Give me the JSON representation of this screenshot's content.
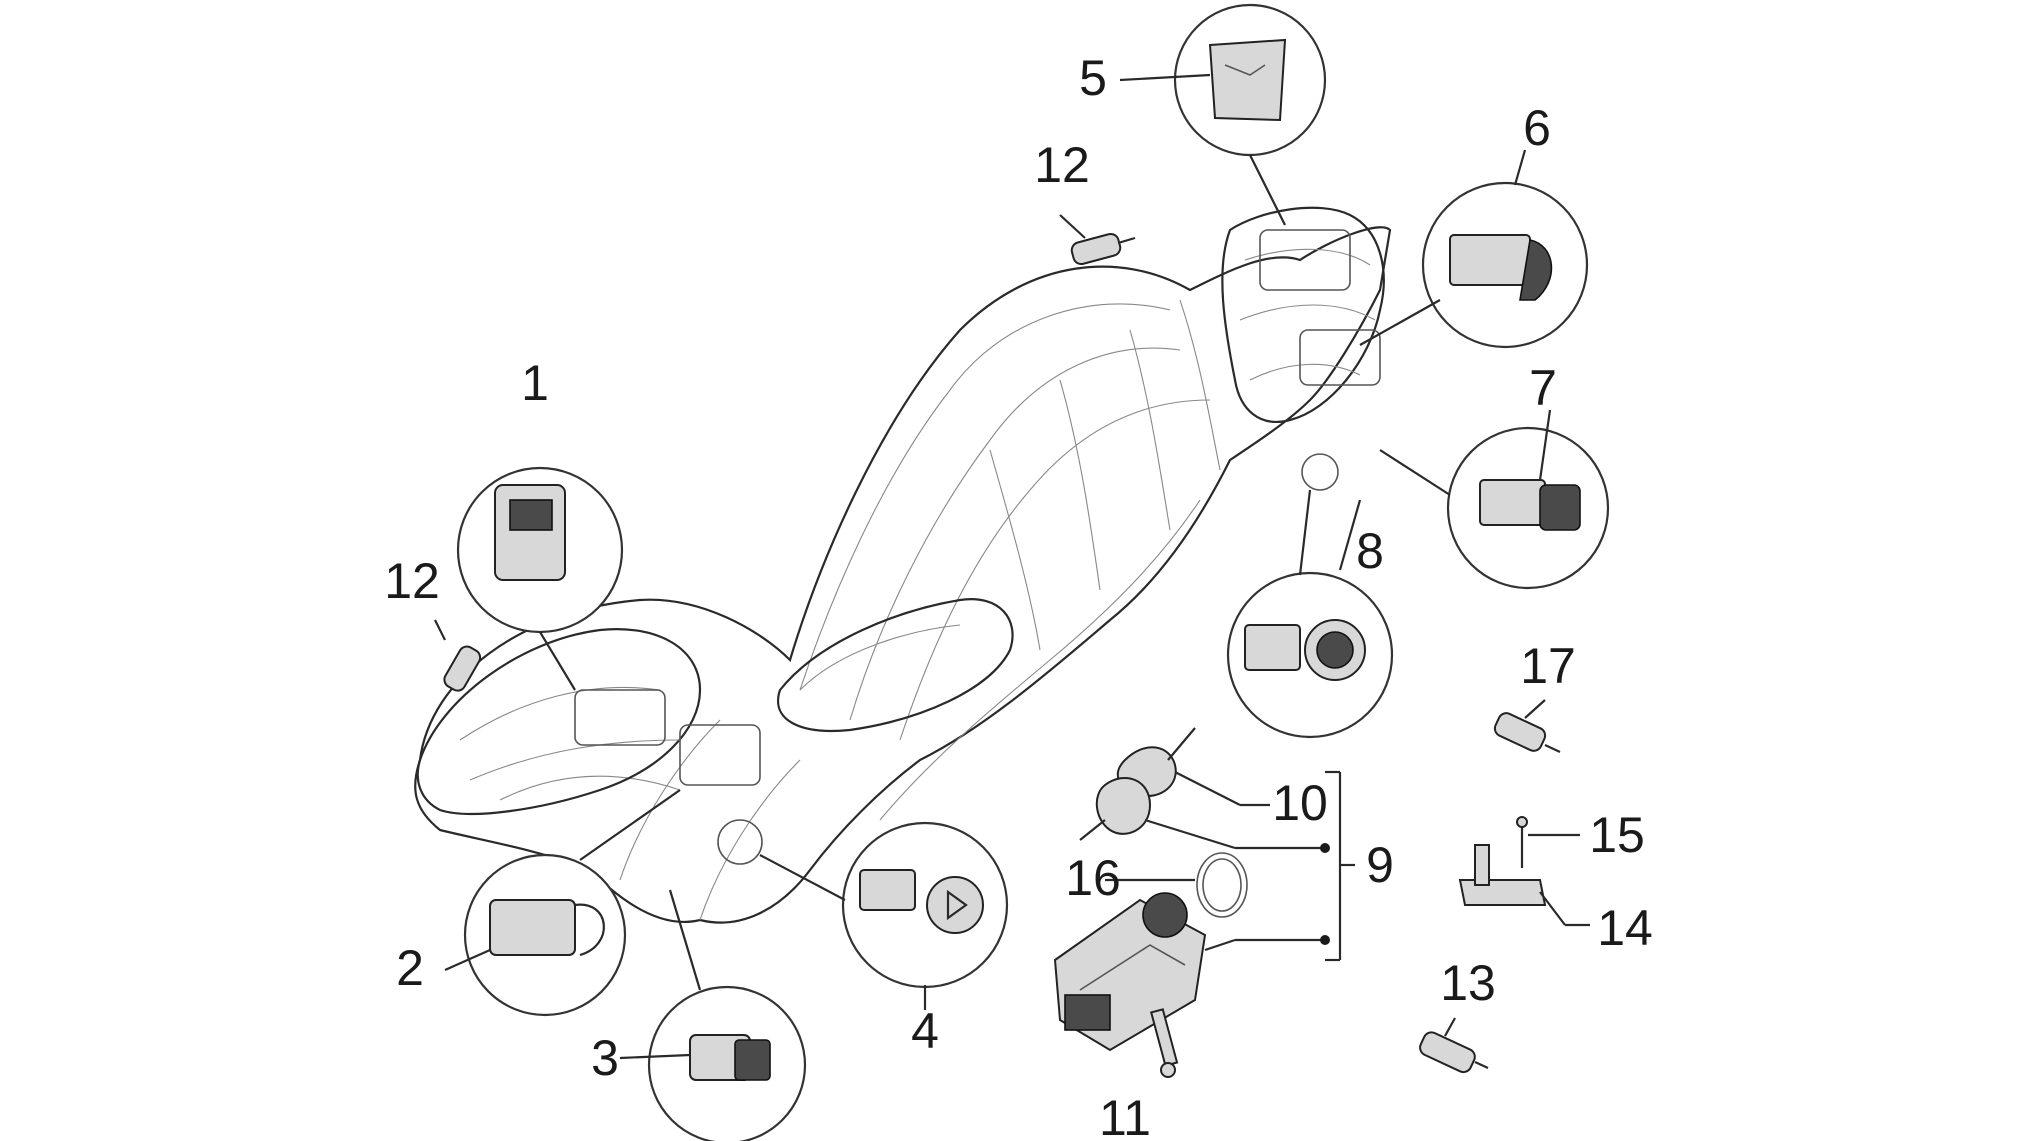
{
  "labels": {
    "p1": "1",
    "p2": "2",
    "p3": "3",
    "p4": "4",
    "p5": "5",
    "p6": "6",
    "p7": "7",
    "p8": "8",
    "p9": "9",
    "p10": "10",
    "p11": "11",
    "p12a": "12",
    "p12b": "12",
    "p13": "13",
    "p14": "14",
    "p15": "15",
    "p16": "16",
    "p17": "17"
  }
}
